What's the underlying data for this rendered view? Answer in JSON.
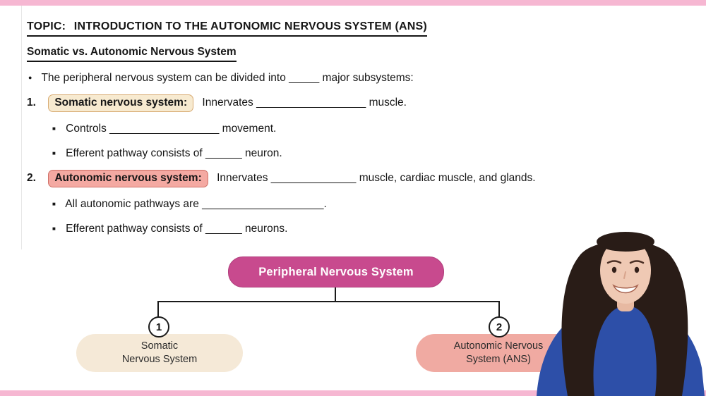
{
  "glyphs": {
    "round_bullet": "●",
    "square_bullet": "■"
  },
  "colors": {
    "frame_bar_pink": "#f6b7d2",
    "root_node_magenta": "#c84a8e",
    "somatic_highlight_bg": "#f7ead0",
    "somatic_highlight_border": "#d8ab72",
    "autonomic_highlight_bg": "#f4a9a2",
    "autonomic_highlight_border": "#cf6f66",
    "somatic_node_bg": "#f5e9d7",
    "autonomic_node_bg": "#f0aaa2"
  },
  "content": {
    "topic_prefix": "TOPIC:",
    "topic_title": "INTRODUCTION TO THE AUTONOMIC NERVOUS SYSTEM (ANS)",
    "subtitle": "Somatic vs. Autonomic Nervous System",
    "intro_bullet": "The peripheral nervous system can be divided into _____ major subsystems:",
    "items": [
      {
        "number": "1.",
        "label": "Somatic nervous system:",
        "rest": "Innervates __________________ muscle.",
        "subbullets": [
          "Controls __________________ movement.",
          "Efferent pathway consists of ______ neuron."
        ]
      },
      {
        "number": "2.",
        "label": "Autonomic nervous system:",
        "rest": "Innervates ______________ muscle, cardiac muscle, and glands.",
        "subbullets": [
          "All autonomic pathways are ____________________.",
          "Efferent pathway consists of ______ neurons."
        ]
      }
    ]
  },
  "diagram": {
    "root_label": "Peripheral Nervous System",
    "branches": [
      {
        "number": "1",
        "line1": "Somatic",
        "line2": "Nervous System"
      },
      {
        "number": "2",
        "line1": "Autonomic Nervous",
        "line2": "System (ANS)"
      }
    ]
  }
}
